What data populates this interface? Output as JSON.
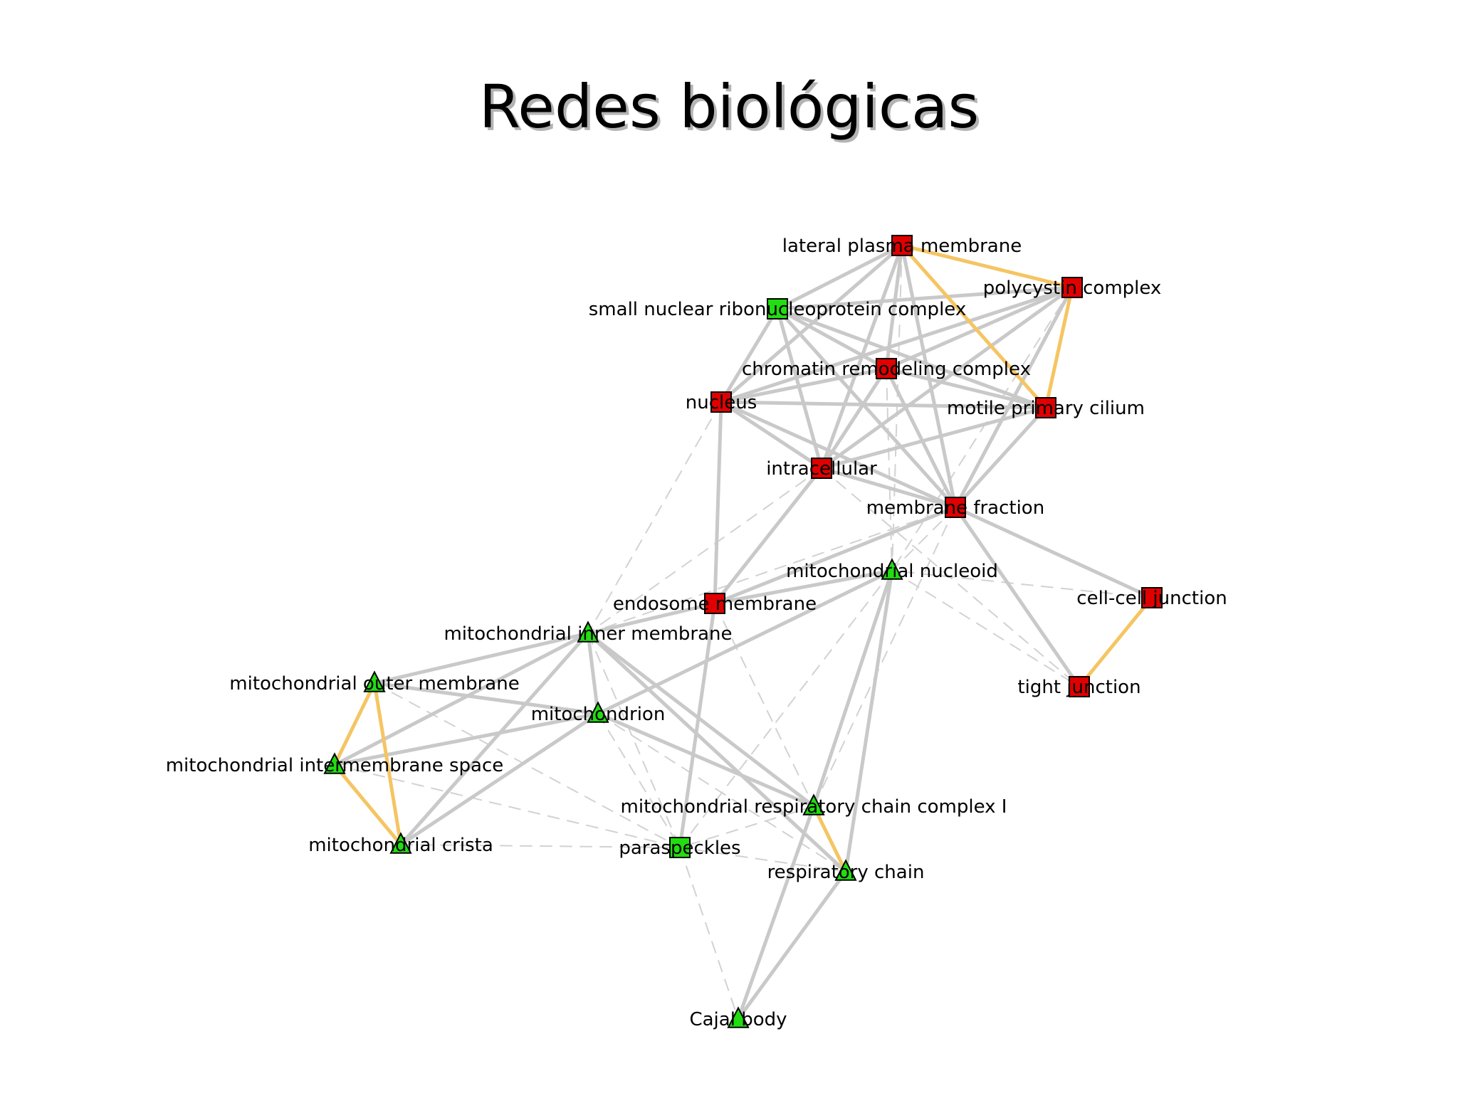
{
  "title": "Redes biológicas",
  "colors": {
    "node_red": "#e00000",
    "node_green": "#22dd11",
    "edge_solid": "#c9c9c9",
    "edge_dashed": "#d2d2d2",
    "edge_highlight": "#f5c563",
    "title_shadow": "#b3b3b3"
  },
  "nodes": [
    {
      "id": "lateral_plasma_membrane",
      "label": "lateral plasma membrane",
      "shape": "square",
      "color": "red"
    },
    {
      "id": "polycystin_complex",
      "label": "polycystin complex",
      "shape": "square",
      "color": "red"
    },
    {
      "id": "snrnp_complex",
      "label": "small nuclear ribonucleoprotein complex",
      "shape": "square",
      "color": "green"
    },
    {
      "id": "chromatin_remodeling_complex",
      "label": "chromatin remodeling complex",
      "shape": "square",
      "color": "red"
    },
    {
      "id": "nucleus",
      "label": "nucleus",
      "shape": "square",
      "color": "red"
    },
    {
      "id": "motile_primary_cilium",
      "label": "motile primary cilium",
      "shape": "square",
      "color": "red"
    },
    {
      "id": "intracellular",
      "label": "intracellular",
      "shape": "square",
      "color": "red"
    },
    {
      "id": "membrane_fraction",
      "label": "membrane fraction",
      "shape": "square",
      "color": "red"
    },
    {
      "id": "mitochondrial_nucleoid",
      "label": "mitochondrial nucleoid",
      "shape": "triangle",
      "color": "green"
    },
    {
      "id": "cell_cell_junction",
      "label": "cell-cell junction",
      "shape": "square",
      "color": "red"
    },
    {
      "id": "endosome_membrane",
      "label": "endosome membrane",
      "shape": "square",
      "color": "red"
    },
    {
      "id": "mitochondrial_inner_membrane",
      "label": "mitochondrial inner membrane",
      "shape": "triangle",
      "color": "green"
    },
    {
      "id": "tight_junction",
      "label": "tight junction",
      "shape": "square",
      "color": "red"
    },
    {
      "id": "mitochondrial_outer_membrane",
      "label": "mitochondrial outer membrane",
      "shape": "triangle",
      "color": "green"
    },
    {
      "id": "mitochondrion",
      "label": "mitochondrion",
      "shape": "triangle",
      "color": "green"
    },
    {
      "id": "mitochondrial_intermembrane_space",
      "label": "mitochondrial intermembrane space",
      "shape": "triangle",
      "color": "green"
    },
    {
      "id": "mitochondrial_respiratory_chain_complex_i",
      "label": "mitochondrial respiratory chain complex I",
      "shape": "triangle",
      "color": "green"
    },
    {
      "id": "mitochondrial_crista",
      "label": "mitochondrial crista",
      "shape": "triangle",
      "color": "green"
    },
    {
      "id": "paraspeckles",
      "label": "paraspeckles",
      "shape": "square",
      "color": "green"
    },
    {
      "id": "respiratory_chain",
      "label": "respiratory chain",
      "shape": "triangle",
      "color": "green"
    },
    {
      "id": "cajal_body",
      "label": "Cajal body",
      "shape": "triangle",
      "color": "green"
    }
  ],
  "edges": [
    [
      "lateral_plasma_membrane",
      "snrnp_complex",
      "solid"
    ],
    [
      "lateral_plasma_membrane",
      "polycystin_complex",
      "highlight"
    ],
    [
      "lateral_plasma_membrane",
      "motile_primary_cilium",
      "highlight"
    ],
    [
      "lateral_plasma_membrane",
      "nucleus",
      "solid"
    ],
    [
      "lateral_plasma_membrane",
      "chromatin_remodeling_complex",
      "solid"
    ],
    [
      "lateral_plasma_membrane",
      "intracellular",
      "solid"
    ],
    [
      "lateral_plasma_membrane",
      "membrane_fraction",
      "solid"
    ],
    [
      "lateral_plasma_membrane",
      "mitochondrial_nucleoid",
      "dashed"
    ],
    [
      "polycystin_complex",
      "motile_primary_cilium",
      "highlight"
    ],
    [
      "polycystin_complex",
      "snrnp_complex",
      "solid"
    ],
    [
      "polycystin_complex",
      "chromatin_remodeling_complex",
      "solid"
    ],
    [
      "polycystin_complex",
      "nucleus",
      "solid"
    ],
    [
      "polycystin_complex",
      "intracellular",
      "solid"
    ],
    [
      "polycystin_complex",
      "membrane_fraction",
      "solid"
    ],
    [
      "polycystin_complex",
      "mitochondrial_nucleoid",
      "dashed"
    ],
    [
      "snrnp_complex",
      "nucleus",
      "solid"
    ],
    [
      "snrnp_complex",
      "chromatin_remodeling_complex",
      "solid"
    ],
    [
      "snrnp_complex",
      "intracellular",
      "solid"
    ],
    [
      "snrnp_complex",
      "membrane_fraction",
      "solid"
    ],
    [
      "snrnp_complex",
      "motile_primary_cilium",
      "solid"
    ],
    [
      "chromatin_remodeling_complex",
      "nucleus",
      "solid"
    ],
    [
      "chromatin_remodeling_complex",
      "intracellular",
      "solid"
    ],
    [
      "chromatin_remodeling_complex",
      "membrane_fraction",
      "solid"
    ],
    [
      "chromatin_remodeling_complex",
      "motile_primary_cilium",
      "solid"
    ],
    [
      "chromatin_remodeling_complex",
      "mitochondrial_nucleoid",
      "dashed"
    ],
    [
      "nucleus",
      "intracellular",
      "solid"
    ],
    [
      "nucleus",
      "membrane_fraction",
      "solid"
    ],
    [
      "nucleus",
      "motile_primary_cilium",
      "solid"
    ],
    [
      "nucleus",
      "endosome_membrane",
      "solid"
    ],
    [
      "nucleus",
      "mitochondrial_inner_membrane",
      "dashed"
    ],
    [
      "motile_primary_cilium",
      "intracellular",
      "solid"
    ],
    [
      "motile_primary_cilium",
      "membrane_fraction",
      "solid"
    ],
    [
      "intracellular",
      "membrane_fraction",
      "solid"
    ],
    [
      "intracellular",
      "endosome_membrane",
      "solid"
    ],
    [
      "intracellular",
      "mitochondrial_inner_membrane",
      "dashed"
    ],
    [
      "intracellular",
      "tight_junction",
      "dashed"
    ],
    [
      "membrane_fraction",
      "endosome_membrane",
      "solid"
    ],
    [
      "membrane_fraction",
      "cell_cell_junction",
      "solid"
    ],
    [
      "membrane_fraction",
      "tight_junction",
      "solid"
    ],
    [
      "membrane_fraction",
      "mitochondrial_nucleoid",
      "dashed"
    ],
    [
      "membrane_fraction",
      "mitochondrial_inner_membrane",
      "dashed"
    ],
    [
      "membrane_fraction",
      "mitochondrial_respiratory_chain_complex_i",
      "dashed"
    ],
    [
      "cell_cell_junction",
      "tight_junction",
      "highlight"
    ],
    [
      "cell_cell_junction",
      "mitochondrial_nucleoid",
      "dashed"
    ],
    [
      "mitochondrial_nucleoid",
      "endosome_membrane",
      "solid"
    ],
    [
      "mitochondrial_nucleoid",
      "mitochondrion",
      "solid"
    ],
    [
      "mitochondrial_nucleoid",
      "mitochondrial_respiratory_chain_complex_i",
      "solid"
    ],
    [
      "mitochondrial_nucleoid",
      "respiratory_chain",
      "solid"
    ],
    [
      "mitochondrial_nucleoid",
      "paraspeckles",
      "dashed"
    ],
    [
      "mitochondrial_nucleoid",
      "tight_junction",
      "dashed"
    ],
    [
      "endosome_membrane",
      "mitochondrial_inner_membrane",
      "solid"
    ],
    [
      "endosome_membrane",
      "paraspeckles",
      "solid"
    ],
    [
      "endosome_membrane",
      "respiratory_chain",
      "dashed"
    ],
    [
      "mitochondrial_inner_membrane",
      "mitochondrial_outer_membrane",
      "solid"
    ],
    [
      "mitochondrial_inner_membrane",
      "mitochondrion",
      "solid"
    ],
    [
      "mitochondrial_inner_membrane",
      "mitochondrial_intermembrane_space",
      "solid"
    ],
    [
      "mitochondrial_inner_membrane",
      "mitochondrial_crista",
      "solid"
    ],
    [
      "mitochondrial_inner_membrane",
      "mitochondrial_respiratory_chain_complex_i",
      "solid"
    ],
    [
      "mitochondrial_inner_membrane",
      "respiratory_chain",
      "solid"
    ],
    [
      "mitochondrial_inner_membrane",
      "paraspeckles",
      "dashed"
    ],
    [
      "mitochondrial_outer_membrane",
      "mitochondrial_intermembrane_space",
      "highlight"
    ],
    [
      "mitochondrial_outer_membrane",
      "mitochondrial_crista",
      "highlight"
    ],
    [
      "mitochondrial_outer_membrane",
      "mitochondrion",
      "solid"
    ],
    [
      "mitochondrial_outer_membrane",
      "paraspeckles",
      "dashed"
    ],
    [
      "mitochondrial_intermembrane_space",
      "mitochondrial_crista",
      "highlight"
    ],
    [
      "mitochondrial_intermembrane_space",
      "mitochondrion",
      "solid"
    ],
    [
      "mitochondrial_intermembrane_space",
      "paraspeckles",
      "dashed"
    ],
    [
      "mitochondrion",
      "mitochondrial_crista",
      "solid"
    ],
    [
      "mitochondrion",
      "mitochondrial_respiratory_chain_complex_i",
      "solid"
    ],
    [
      "mitochondrion",
      "paraspeckles",
      "dashed"
    ],
    [
      "mitochondrion",
      "respiratory_chain",
      "dashed"
    ],
    [
      "mitochondrial_crista",
      "paraspeckles",
      "dashed"
    ],
    [
      "mitochondrial_respiratory_chain_complex_i",
      "respiratory_chain",
      "highlight"
    ],
    [
      "mitochondrial_respiratory_chain_complex_i",
      "cajal_body",
      "solid"
    ],
    [
      "mitochondrial_respiratory_chain_complex_i",
      "paraspeckles",
      "dashed"
    ],
    [
      "respiratory_chain",
      "cajal_body",
      "solid"
    ],
    [
      "respiratory_chain",
      "paraspeckles",
      "dashed"
    ],
    [
      "paraspeckles",
      "cajal_body",
      "dashed"
    ]
  ]
}
